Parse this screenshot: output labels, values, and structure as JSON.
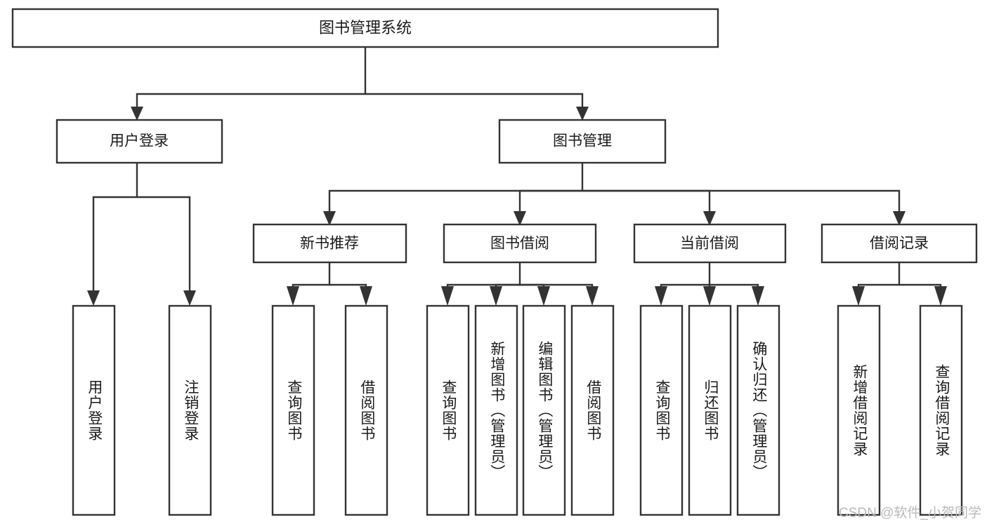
{
  "diagram": {
    "title": "图书管理系统",
    "type": "tree",
    "watermark": "CSDN @软件_小贺同学",
    "colors": {
      "box_fill": "#ffffff",
      "box_stroke": "#333333",
      "text": "#1a1a1a",
      "watermark": "#b9b9b9",
      "background": "#ffffff"
    },
    "levels": [
      {
        "level": 1,
        "nodes": [
          {
            "id": "root",
            "label": "图书管理系统",
            "orientation": "horizontal"
          }
        ]
      },
      {
        "level": 2,
        "nodes": [
          {
            "id": "login",
            "label": "用户登录",
            "orientation": "horizontal",
            "parent": "root"
          },
          {
            "id": "bookmgmt",
            "label": "图书管理",
            "orientation": "horizontal",
            "parent": "root"
          }
        ]
      },
      {
        "level": 3,
        "nodes": [
          {
            "id": "newbook",
            "label": "新书推荐",
            "orientation": "horizontal",
            "parent": "bookmgmt"
          },
          {
            "id": "borrow",
            "label": "图书借阅",
            "orientation": "horizontal",
            "parent": "bookmgmt"
          },
          {
            "id": "current",
            "label": "当前借阅",
            "orientation": "horizontal",
            "parent": "bookmgmt"
          },
          {
            "id": "records",
            "label": "借阅记录",
            "orientation": "horizontal",
            "parent": "bookmgmt"
          }
        ]
      },
      {
        "level": 4,
        "nodes": [
          {
            "id": "leaf-1",
            "label": "用户登录",
            "orientation": "vertical",
            "parent": "login"
          },
          {
            "id": "leaf-2",
            "label": "注销登录",
            "orientation": "vertical",
            "parent": "login"
          },
          {
            "id": "leaf-3",
            "label": "查询图书",
            "orientation": "vertical",
            "parent": "newbook"
          },
          {
            "id": "leaf-4",
            "label": "借阅图书",
            "orientation": "vertical",
            "parent": "newbook"
          },
          {
            "id": "leaf-5",
            "label": "查询图书",
            "orientation": "vertical",
            "parent": "borrow"
          },
          {
            "id": "leaf-6",
            "label": "新增图书（管理员）",
            "orientation": "vertical",
            "parent": "borrow"
          },
          {
            "id": "leaf-7",
            "label": "编辑图书（管理员）",
            "orientation": "vertical",
            "parent": "borrow"
          },
          {
            "id": "leaf-8",
            "label": "借阅图书",
            "orientation": "vertical",
            "parent": "borrow"
          },
          {
            "id": "leaf-9",
            "label": "查询图书",
            "orientation": "vertical",
            "parent": "current"
          },
          {
            "id": "leaf-10",
            "label": "归还图书",
            "orientation": "vertical",
            "parent": "current"
          },
          {
            "id": "leaf-11",
            "label": "确认归还（管理员）",
            "orientation": "vertical",
            "parent": "current"
          },
          {
            "id": "leaf-12",
            "label": "新增借阅记录",
            "orientation": "vertical",
            "parent": "records"
          },
          {
            "id": "leaf-13",
            "label": "查询借阅记录",
            "orientation": "vertical",
            "parent": "records"
          }
        ]
      }
    ]
  }
}
